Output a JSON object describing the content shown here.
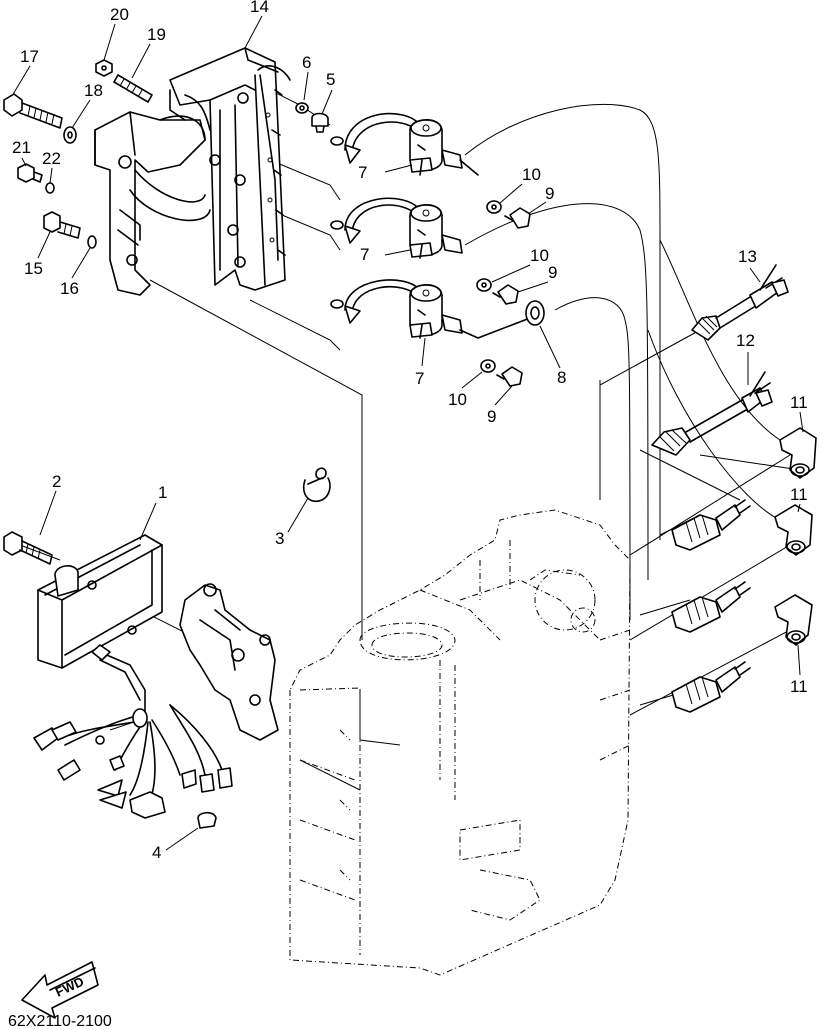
{
  "diagram_code": "62X2110-2100",
  "fwd_label": "FWD",
  "callouts": [
    {
      "id": "c1",
      "label": "1"
    },
    {
      "id": "c2",
      "label": "2"
    },
    {
      "id": "c3",
      "label": "3"
    },
    {
      "id": "c4",
      "label": "4"
    },
    {
      "id": "c5",
      "label": "5"
    },
    {
      "id": "c6",
      "label": "6"
    },
    {
      "id": "c7a",
      "label": "7"
    },
    {
      "id": "c7b",
      "label": "7"
    },
    {
      "id": "c7c",
      "label": "7"
    },
    {
      "id": "c8",
      "label": "8"
    },
    {
      "id": "c9a",
      "label": "9"
    },
    {
      "id": "c9b",
      "label": "9"
    },
    {
      "id": "c9c",
      "label": "9"
    },
    {
      "id": "c10a",
      "label": "10"
    },
    {
      "id": "c10b",
      "label": "10"
    },
    {
      "id": "c10c",
      "label": "10"
    },
    {
      "id": "c11a",
      "label": "11"
    },
    {
      "id": "c11b",
      "label": "11"
    },
    {
      "id": "c11c",
      "label": "11"
    },
    {
      "id": "c12",
      "label": "12"
    },
    {
      "id": "c13",
      "label": "13"
    },
    {
      "id": "c14",
      "label": "14"
    },
    {
      "id": "c15",
      "label": "15"
    },
    {
      "id": "c16",
      "label": "16"
    },
    {
      "id": "c17",
      "label": "17"
    },
    {
      "id": "c18",
      "label": "18"
    },
    {
      "id": "c19",
      "label": "19"
    },
    {
      "id": "c20",
      "label": "20"
    },
    {
      "id": "c21",
      "label": "21"
    },
    {
      "id": "c22",
      "label": "22"
    }
  ]
}
